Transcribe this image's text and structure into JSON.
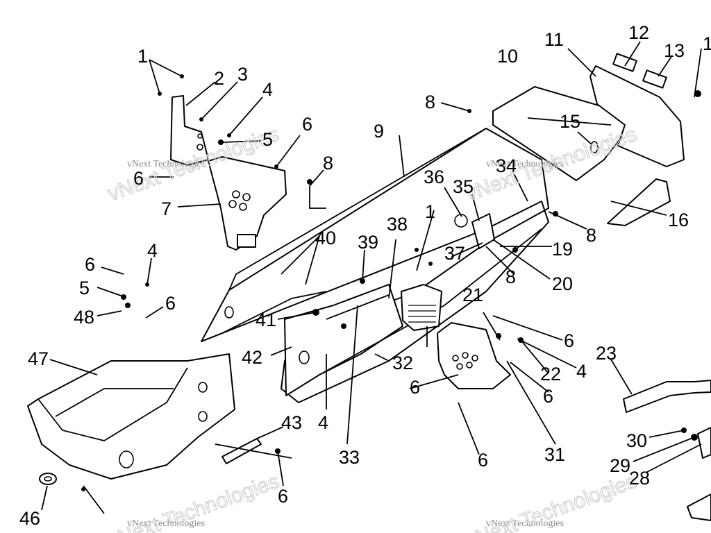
{
  "watermark": {
    "small_text": "vNext Technologies",
    "big_text": "vNext Technologies"
  },
  "callouts": [
    {
      "id": "c1a",
      "text": "1"
    },
    {
      "id": "c2",
      "text": "2"
    },
    {
      "id": "c3",
      "text": "3"
    },
    {
      "id": "c4a",
      "text": "4"
    },
    {
      "id": "c5a",
      "text": "5"
    },
    {
      "id": "c6a",
      "text": "6"
    },
    {
      "id": "c6b",
      "text": "6"
    },
    {
      "id": "c8a",
      "text": "8"
    },
    {
      "id": "c7",
      "text": "7"
    },
    {
      "id": "c8b",
      "text": "8"
    },
    {
      "id": "c9",
      "text": "9"
    },
    {
      "id": "c10",
      "text": "10"
    },
    {
      "id": "c11",
      "text": "11"
    },
    {
      "id": "c12",
      "text": "12"
    },
    {
      "id": "c13",
      "text": "13"
    },
    {
      "id": "c1b",
      "text": "1"
    },
    {
      "id": "c15",
      "text": "15"
    },
    {
      "id": "c16",
      "text": "16"
    },
    {
      "id": "c8c",
      "text": "8"
    },
    {
      "id": "c34",
      "text": "34"
    },
    {
      "id": "c36",
      "text": "36"
    },
    {
      "id": "c35",
      "text": "35"
    },
    {
      "id": "c1c",
      "text": "1"
    },
    {
      "id": "c38",
      "text": "38"
    },
    {
      "id": "c39",
      "text": "39"
    },
    {
      "id": "c40",
      "text": "40"
    },
    {
      "id": "c37",
      "text": "37"
    },
    {
      "id": "c19",
      "text": "19"
    },
    {
      "id": "c8d",
      "text": "8"
    },
    {
      "id": "c20",
      "text": "20"
    },
    {
      "id": "c6c",
      "text": "6"
    },
    {
      "id": "c4b",
      "text": "4"
    },
    {
      "id": "c5b",
      "text": "5"
    },
    {
      "id": "c48",
      "text": "48"
    },
    {
      "id": "c6d",
      "text": "6"
    },
    {
      "id": "c41",
      "text": "41"
    },
    {
      "id": "c42",
      "text": "42"
    },
    {
      "id": "c47",
      "text": "47"
    },
    {
      "id": "c21",
      "text": "21"
    },
    {
      "id": "c6e",
      "text": "6"
    },
    {
      "id": "c22",
      "text": "22"
    },
    {
      "id": "c4c",
      "text": "4"
    },
    {
      "id": "c32",
      "text": "32"
    },
    {
      "id": "c6f",
      "text": "6"
    },
    {
      "id": "c6g",
      "text": "6"
    },
    {
      "id": "c23",
      "text": "23"
    },
    {
      "id": "c43",
      "text": "43"
    },
    {
      "id": "c4d",
      "text": "4"
    },
    {
      "id": "c33",
      "text": "33"
    },
    {
      "id": "c6h",
      "text": "6"
    },
    {
      "id": "c31",
      "text": "31"
    },
    {
      "id": "c30",
      "text": "30"
    },
    {
      "id": "c29",
      "text": "29"
    },
    {
      "id": "c28",
      "text": "28"
    },
    {
      "id": "c6i",
      "text": "6"
    },
    {
      "id": "c46",
      "text": "46"
    }
  ]
}
